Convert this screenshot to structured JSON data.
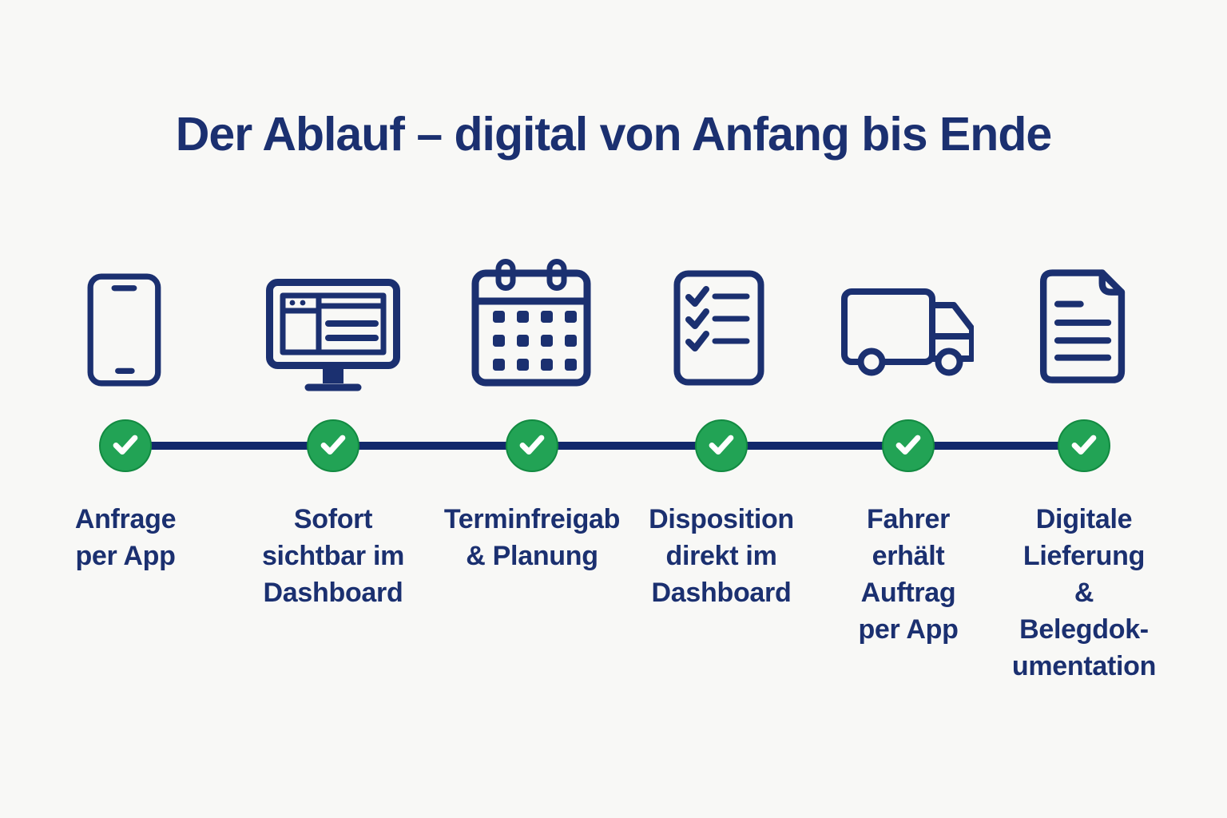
{
  "title": "Der Ablauf – digital von Anfang bis Ende",
  "colors": {
    "navy": "#1b3070",
    "timeline_line": "#12296b",
    "green": "#22a355",
    "green_border": "#128a41",
    "background": "#f8f8f6",
    "checkmark": "#ffffff"
  },
  "timeline": {
    "checkpoint_state": "completed",
    "checkpoint_icon": "check-icon"
  },
  "steps": [
    {
      "icon": "smartphone-icon",
      "label": "Anfrage\nper App"
    },
    {
      "icon": "dashboard-monitor-icon",
      "label": "Sofort\nsichtbar im\nDashboard"
    },
    {
      "icon": "calendar-icon",
      "label": "Terminfreigab\n& Planung"
    },
    {
      "icon": "checklist-icon",
      "label": "Disposition\ndirekt im\nDashboard"
    },
    {
      "icon": "delivery-truck-icon",
      "label": "Fahrer\nerhält\nAuftrag\nper App"
    },
    {
      "icon": "document-icon",
      "label": "Digitale\nLieferung\n&\nBelegdok-\numentation"
    }
  ]
}
